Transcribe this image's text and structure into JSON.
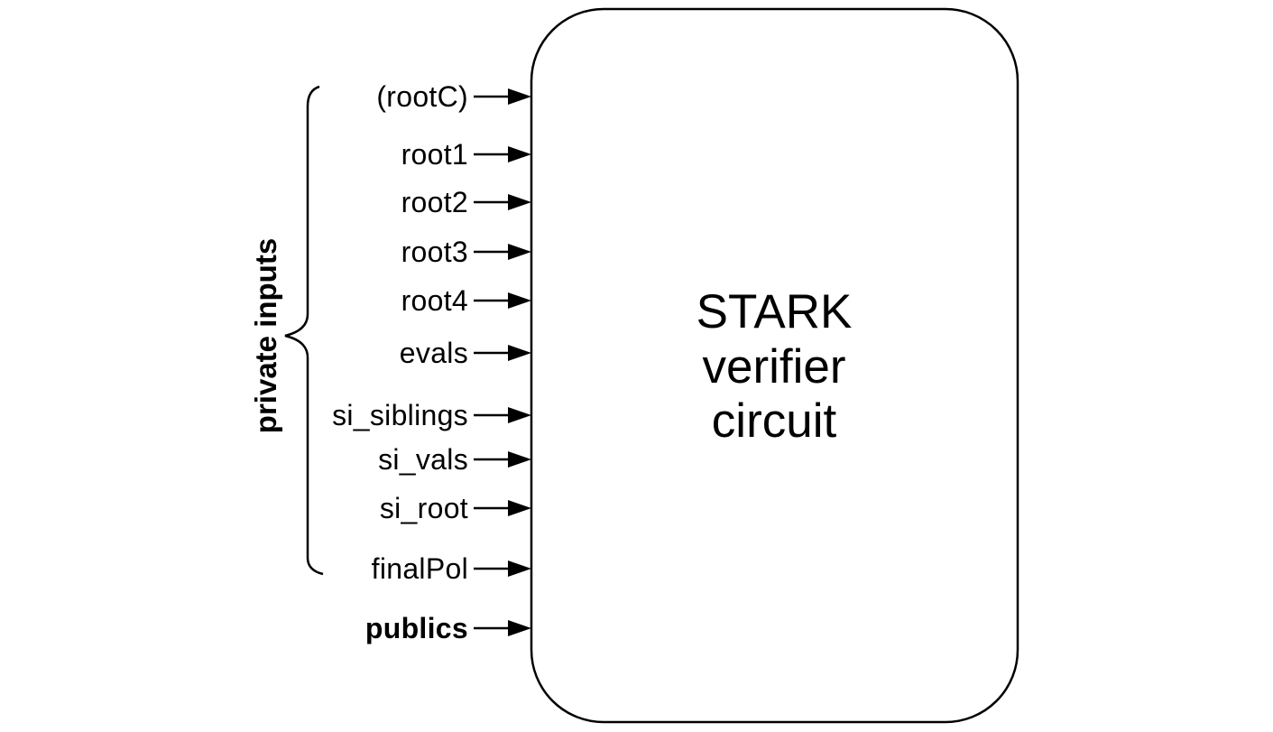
{
  "diagram": {
    "background_color": "#ffffff",
    "stroke_color": "#000000",
    "box_title_lines": [
      "STARK",
      "verifier",
      "circuit"
    ],
    "group_label": "private inputs",
    "inputs": [
      {
        "label": "(rootC)",
        "private": true,
        "bold": false
      },
      {
        "label": "root1",
        "private": true,
        "bold": false
      },
      {
        "label": "root2",
        "private": true,
        "bold": false
      },
      {
        "label": "root3",
        "private": true,
        "bold": false
      },
      {
        "label": "root4",
        "private": true,
        "bold": false
      },
      {
        "label": "evals",
        "private": true,
        "bold": false
      },
      {
        "label": "si_siblings",
        "private": true,
        "bold": false
      },
      {
        "label": "si_vals",
        "private": true,
        "bold": false
      },
      {
        "label": "si_root",
        "private": true,
        "bold": false
      },
      {
        "label": "finalPol",
        "private": true,
        "bold": false
      },
      {
        "label": "publics",
        "private": false,
        "bold": true
      }
    ]
  }
}
